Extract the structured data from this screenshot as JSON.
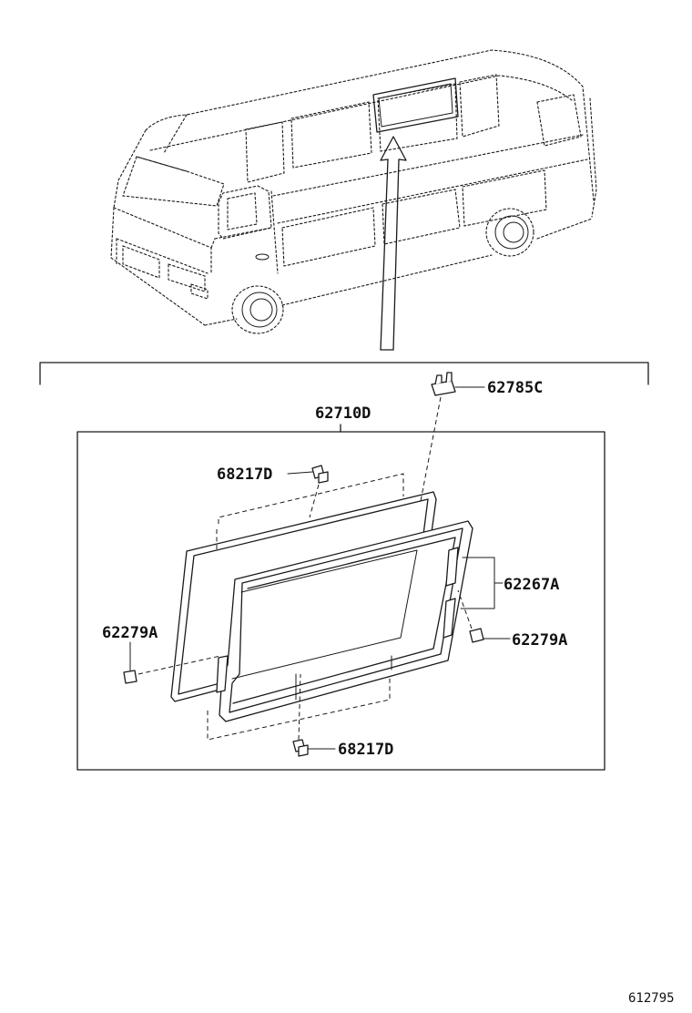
{
  "labels": {
    "assembly": "62710D",
    "top_clip": "62785C",
    "clip_upper": "68217D",
    "clip_lower": "68217D",
    "channel": "62267A",
    "stop_left": "62279A",
    "stop_right": "62279A"
  },
  "figure_ref": "612795"
}
